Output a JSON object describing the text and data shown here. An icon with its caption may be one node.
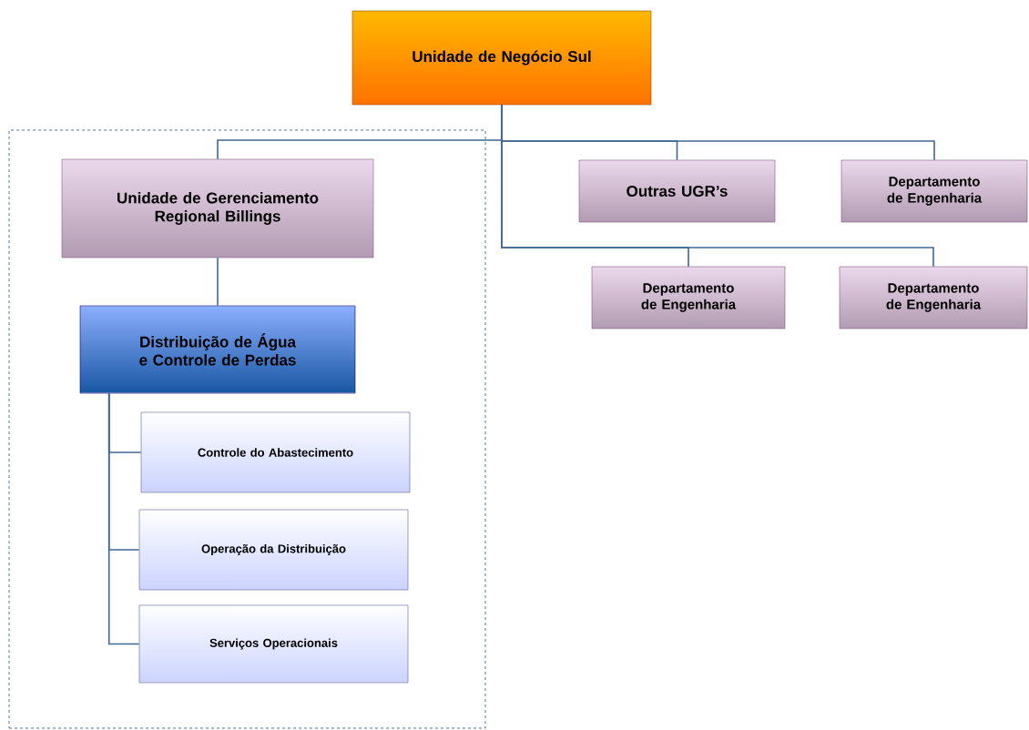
{
  "diagram": {
    "nodes": [
      {
        "text": [
          "Unidade de Negócio Sul"
        ]
      },
      {
        "text": [],
        "shape": "box"
      },
      {
        "text": [
          "Unidade de Gerenciamento Regional Billings"
        ],
        "in": 1
      },
      {
        "text": [
          "Outras UGR’s"
        ]
      },
      {
        "text": [
          "Departamento de Engenharia"
        ]
      },
      {
        "text": [
          "Departamento de Engenharia"
        ]
      },
      {
        "text": [
          "Departamento de Engenharia"
        ]
      },
      {
        "text": [
          "Distribuição de Água e Controle de Perdas"
        ],
        "in": 1
      },
      {
        "text": [
          "Controle do Abastecimento"
        ],
        "in": 1
      },
      {
        "text": [
          "Operação da Distribuição"
        ],
        "in": 1
      },
      {
        "text": [
          "Serviços Operacionais"
        ],
        "in": 1
      }
    ],
    "edges": [
      {
        "from": 0,
        "to": 2,
        "arrow": "none"
      },
      {
        "from": 0,
        "to": 3,
        "arrow": "none"
      },
      {
        "from": 0,
        "to": 4,
        "arrow": "none"
      },
      {
        "from": 0,
        "to": 5,
        "arrow": "none"
      },
      {
        "from": 0,
        "to": 6,
        "arrow": "none"
      },
      {
        "from": 2,
        "to": 7,
        "arrow": "none"
      },
      {
        "from": 7,
        "to": 8,
        "arrow": "none"
      },
      {
        "from": 7,
        "to": 9,
        "arrow": "none"
      },
      {
        "from": 7,
        "to": 10,
        "arrow": "none"
      }
    ]
  }
}
